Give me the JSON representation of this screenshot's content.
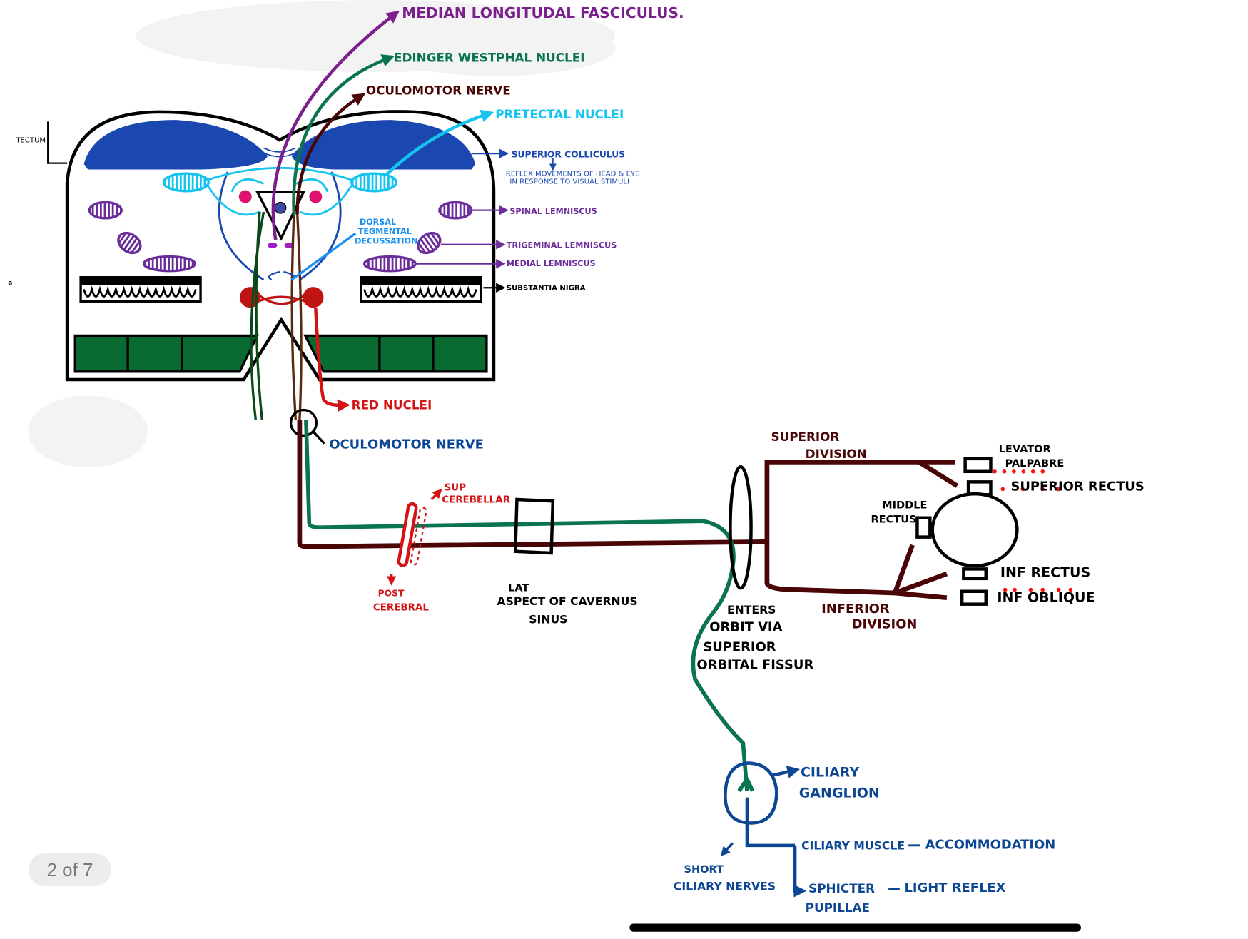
{
  "labels": {
    "median_longitudinal_fasciculus": "MEDIAN LONGITUDAL FASCICULUS.",
    "edinger_westphal": "EDINGER WESTPHAL NUCLEI",
    "oculomotor_nerve_top": "OCULOMOTOR NERVE",
    "pretectal_nuclei": "PRETECTAL NUCLEI",
    "superior_colliculus": "SUPERIOR COLLICULUS",
    "sc_note_1": "REFLEX MOVEMENTS OF HEAD & EYE",
    "sc_note_2": "IN RESPONSE TO VISUAL STIMULI",
    "tectum": "TECTUM",
    "spinal_lemniscus": "SPINAL LEMNISCUS",
    "dorsal_tegmental_1": "DORSAL",
    "dorsal_tegmental_2": "TEGMENTAL",
    "dorsal_tegmental_3": "DECUSSATION",
    "trigeminal_lemniscus": "TRIGEMINAL LEMNISCUS",
    "medial_lemniscus": "MEDIAL LEMNISCUS",
    "substantia_nigra": "SUBSTANTIA NIGRA",
    "stray_mark": "a",
    "red_nuclei": "RED NUCLEI",
    "oculomotor_nerve": "OCULOMOTOR NERVE",
    "sup_cerebellar_1": "SUP",
    "sup_cerebellar_2": "CEREBELLAR",
    "post_cerebral_1": "POST",
    "post_cerebral_2": "CEREBRAL",
    "cavernous_1": "LAT",
    "cavernous_2": "ASPECT OF CAVERNUS",
    "cavernous_3": "SINUS",
    "orbit_1": "ENTERS",
    "orbit_2": "ORBIT VIA",
    "orbit_3": "SUPERIOR",
    "orbit_4": "ORBITAL FISSUR",
    "superior_division_1": "SUPERIOR",
    "superior_division_2": "DIVISION",
    "inferior_division_1": "INFERIOR",
    "inferior_division_2": "DIVISION",
    "levator_1": "LEVATOR",
    "levator_2": "PALPABRE",
    "superior_rectus": "SUPERIOR RECTUS",
    "middle_rectus_1": "MIDDLE",
    "middle_rectus_2": "RECTUS",
    "inf_rectus": "INF RECTUS",
    "inf_oblique": "INF OBLIQUE",
    "ciliary_ganglion_1": "CILIARY",
    "ciliary_ganglion_2": "GANGLION",
    "ciliary_muscle": "CILIARY MUSCLE",
    "accommodation": "ACCOMMODATION",
    "short_ciliary_1": "SHORT",
    "short_ciliary_2": "CILIARY NERVES",
    "sphincter_1": "SPHICTER",
    "sphincter_2": "PUPILLAE",
    "light_reflex": "LIGHT REFLEX"
  },
  "pager": {
    "label": "2 of 7"
  },
  "colors": {
    "purple": "#7b1f8c",
    "green": "#0a7350",
    "maroon": "#4a0606",
    "cyan": "#14c4f0",
    "blue": "#1a48b0",
    "navy": "#0d4794",
    "red": "#d41414",
    "lemniscus": "#6a2d9a",
    "crus": "#0a6b32"
  }
}
